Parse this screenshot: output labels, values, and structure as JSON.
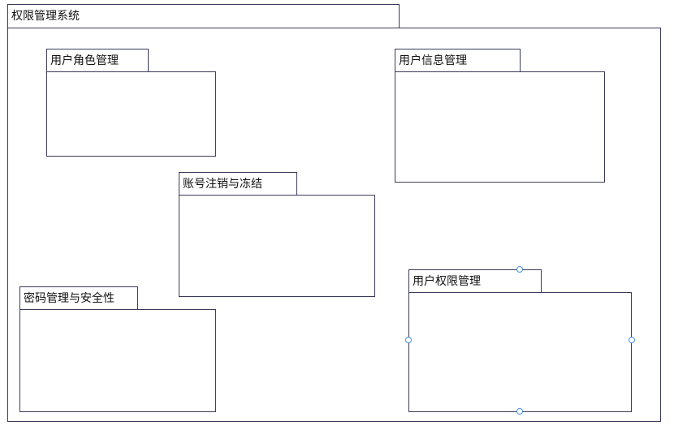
{
  "system": {
    "title": "权限管理系统"
  },
  "packages": {
    "user_role": {
      "title": "用户角色管理"
    },
    "user_info": {
      "title": "用户信息管理"
    },
    "account": {
      "title": "账号注销与冻结"
    },
    "password": {
      "title": "密码管理与安全性"
    },
    "user_permission": {
      "title": "用户权限管理"
    }
  },
  "colors": {
    "border": "#3a3a5c",
    "selection_handle": "#4a90d9"
  }
}
